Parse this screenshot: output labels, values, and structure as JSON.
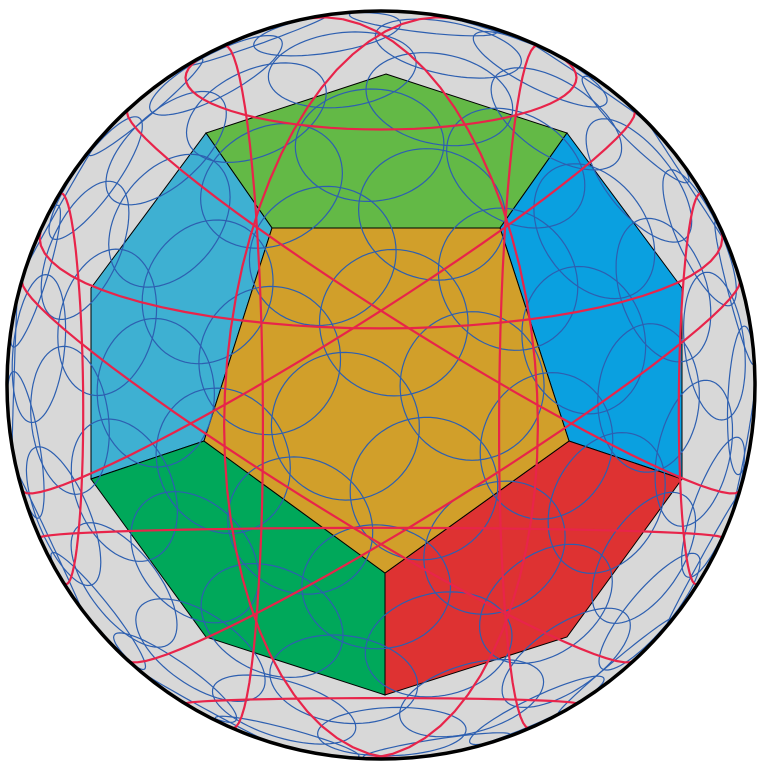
{
  "figure": {
    "kind": "dodecahedron-inside-sphere",
    "colors": {
      "background": "#ffffff",
      "sphere_fill": "#d8d8d8",
      "sphere_outline": "#000000",
      "circle_pattern": "#2d5fb0",
      "great_circles": "#e8244a",
      "face_outline": "#000000",
      "face_center": "#d19f2a",
      "face_top": "#63b946",
      "face_upper_right": "#0aa0e0",
      "face_upper_left": "#3eb0d2",
      "face_lower_left": "#00a85a",
      "face_lower_right": "#de3232"
    },
    "faces": [
      {
        "name": "center",
        "color_key": "face_center"
      },
      {
        "name": "top",
        "color_key": "face_top"
      },
      {
        "name": "upper-right",
        "color_key": "face_upper_right"
      },
      {
        "name": "upper-left",
        "color_key": "face_upper_left"
      },
      {
        "name": "lower-left",
        "color_key": "face_lower_left"
      },
      {
        "name": "lower-right",
        "color_key": "face_lower_right"
      }
    ]
  }
}
